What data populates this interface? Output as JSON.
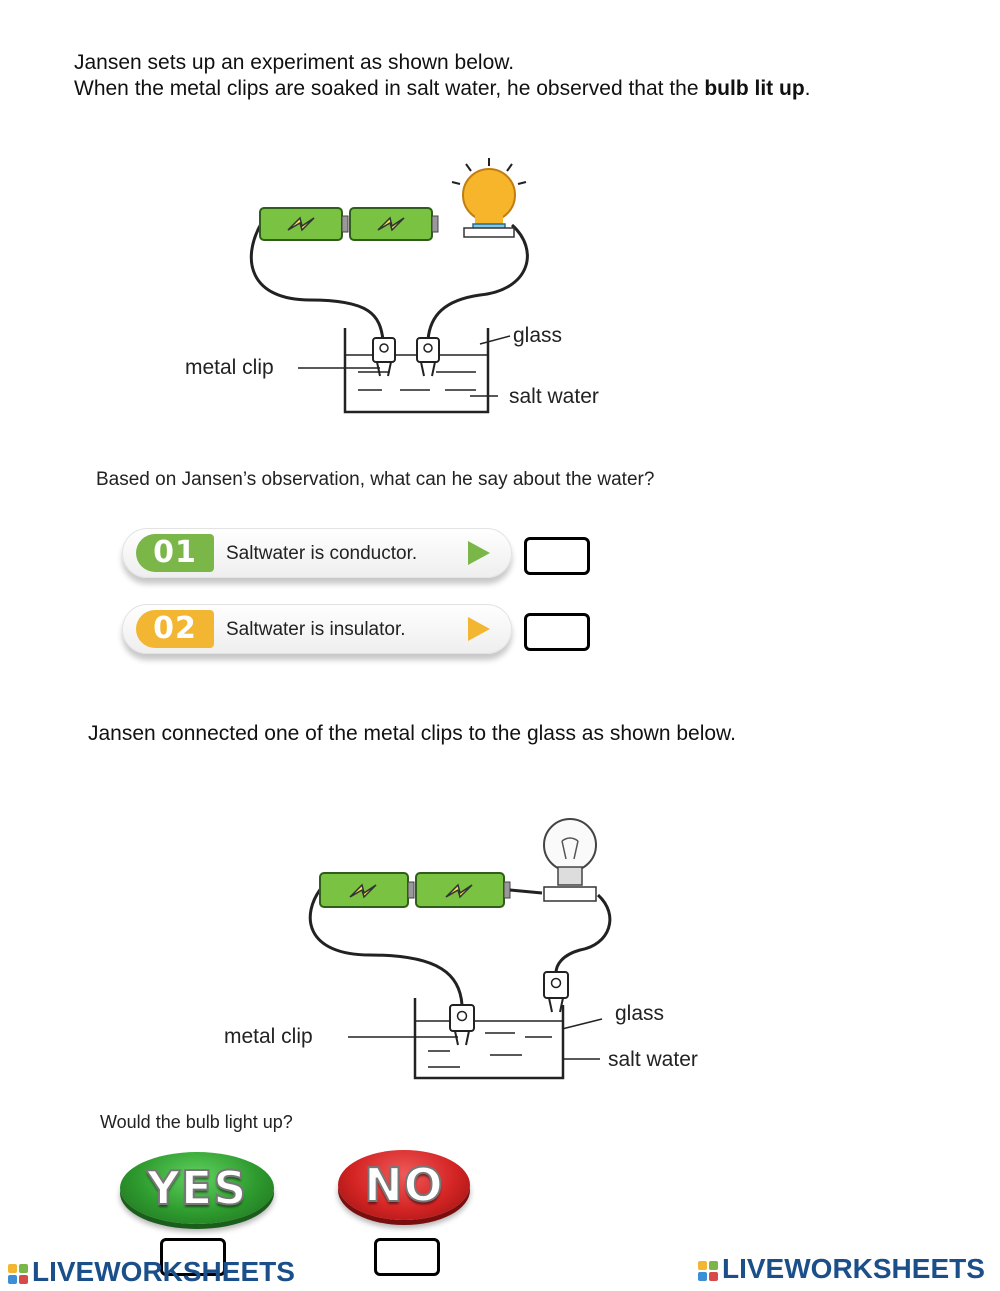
{
  "intro": {
    "line1": "Jansen sets up an experiment as shown below.",
    "line2_prefix": "When the metal clips are soaked in salt water, he observed that the ",
    "line2_bold": "bulb lit up",
    "line2_suffix": "."
  },
  "diagram1": {
    "label_glass": "glass",
    "label_metal_clip": "metal clip",
    "label_salt_water": "salt water"
  },
  "question1": {
    "text": "Based on Jansen’s observation, what can he say about the water?",
    "options": [
      {
        "number": "01",
        "text": "Saltwater is conductor.",
        "color": "#7ab648"
      },
      {
        "number": "02",
        "text": "Saltwater is insulator.",
        "color": "#f2b632"
      }
    ]
  },
  "section2": {
    "text": "Jansen connected one of the metal clips to the glass as shown below."
  },
  "diagram2": {
    "label_glass": "glass",
    "label_metal_clip": "metal clip",
    "label_salt_water": "salt water"
  },
  "question2": {
    "text": "Would the bulb light up?",
    "yes_label": "YES",
    "no_label": "NO",
    "yes_color": "#2e9a2e",
    "no_color": "#d42424"
  },
  "footer": {
    "brand_left": "LIVEWORKSHEETS",
    "brand_right": "LIVEWORKSHEETS"
  }
}
